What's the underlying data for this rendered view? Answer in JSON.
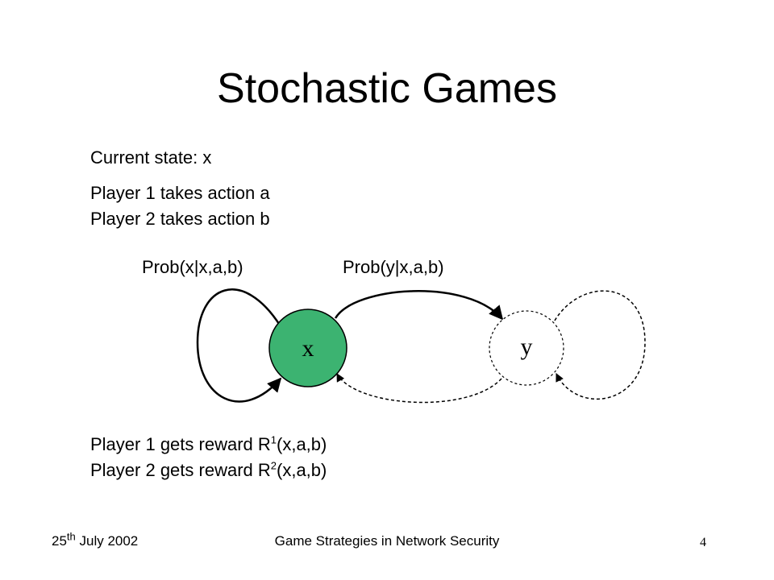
{
  "title": "Stochastic Games",
  "body": {
    "current_state": "Current state: x",
    "player1_action": "Player 1 takes action a",
    "player2_action": "Player 2 takes action b",
    "player1_reward": {
      "prefix": "Player 1 gets reward R",
      "sup": "1",
      "suffix": "(x,a,b)"
    },
    "player2_reward": {
      "prefix": "Player 2 gets reward R",
      "sup": "2",
      "suffix": "(x,a,b)"
    }
  },
  "diagram": {
    "prob_self_label": "Prob(x|x,a,b)",
    "prob_transition_label": "Prob(y|x,a,b)",
    "nodes": [
      {
        "id": "x",
        "label": "x",
        "fill": "#3cb371"
      },
      {
        "id": "y",
        "label": "y",
        "fill": "#ffffff"
      }
    ]
  },
  "footer": {
    "date_prefix": "25",
    "date_sup": "th",
    "date_suffix": " July 2002",
    "center": "Game Strategies in Network Security",
    "page_number": "4"
  }
}
